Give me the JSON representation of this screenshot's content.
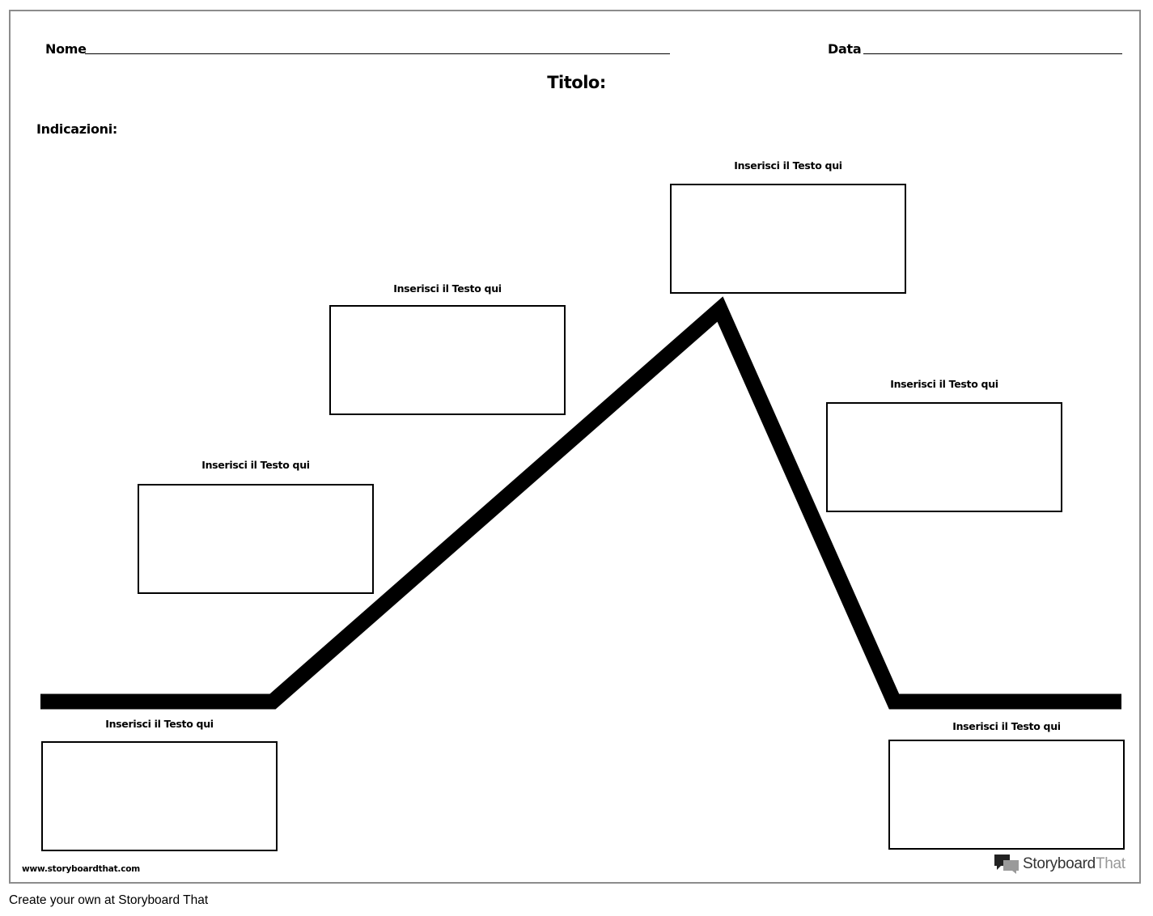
{
  "header": {
    "name_label": "Nome",
    "date_label": "Data",
    "title_label": "Titolo:",
    "directions_label": "Indicazioni:"
  },
  "boxes": [
    {
      "label": "Inserisci il Testo qui"
    },
    {
      "label": "Inserisci il Testo qui"
    },
    {
      "label": "Inserisci il Testo qui"
    },
    {
      "label": "Inserisci il Testo qui"
    },
    {
      "label": "Inserisci il Testo qui"
    },
    {
      "label": "Inserisci il Testo qui"
    }
  ],
  "watermark": {
    "site": "www.storyboardthat.com",
    "brand_part1": "Storyboard",
    "brand_part2": "That"
  },
  "footer": {
    "text": "Create your own at Storyboard That"
  }
}
